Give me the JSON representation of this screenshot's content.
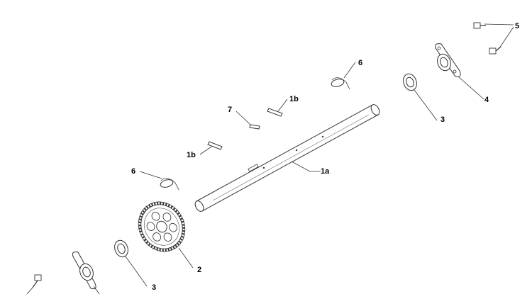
{
  "diagram": {
    "callouts": {
      "c1a": "1a",
      "c1b_top": "1b",
      "c1b_left": "1b",
      "c2": "2",
      "c3_right": "3",
      "c3_left": "3",
      "c4": "4",
      "c5": "5",
      "c6_top": "6",
      "c6_left": "6",
      "c7": "7"
    }
  }
}
